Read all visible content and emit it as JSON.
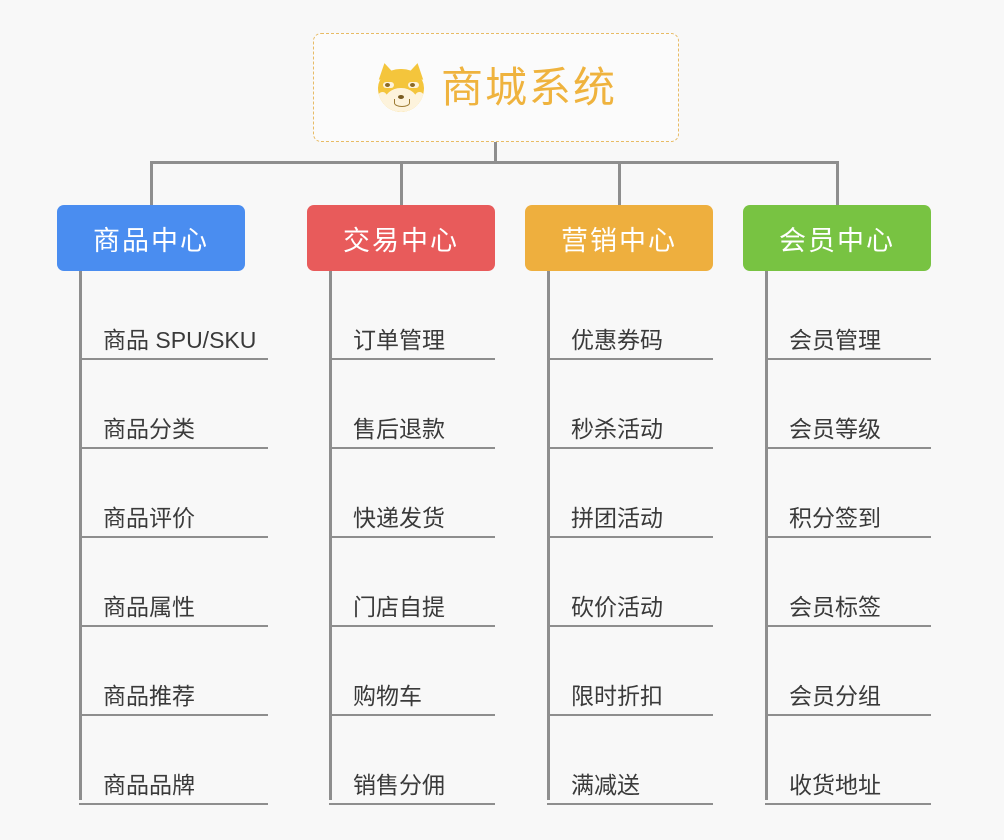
{
  "root": {
    "icon": "shiba-dog-face-icon",
    "title": "商城系统",
    "border_color": "#e8bb64",
    "text_color": "#efb33e",
    "background": "#fbfbfb"
  },
  "canvas": {
    "background": "#f8f8f8",
    "connector_color": "#8e8e8e"
  },
  "branches": [
    {
      "title": "商品中心",
      "color": "#4a8df0",
      "items": [
        "商品 SPU/SKU",
        "商品分类",
        "商品评价",
        "商品属性",
        "商品推荐",
        "商品品牌"
      ]
    },
    {
      "title": "交易中心",
      "color": "#e85b5b",
      "items": [
        "订单管理",
        "售后退款",
        "快递发货",
        "门店自提",
        "购物车",
        "销售分佣"
      ]
    },
    {
      "title": "营销中心",
      "color": "#eeaf3e",
      "items": [
        "优惠券码",
        "秒杀活动",
        "拼团活动",
        "砍价活动",
        "限时折扣",
        "满减送"
      ]
    },
    {
      "title": "会员中心",
      "color": "#78c342",
      "items": [
        "会员管理",
        "会员等级",
        "积分签到",
        "会员标签",
        "会员分组",
        "收货地址"
      ]
    }
  ]
}
